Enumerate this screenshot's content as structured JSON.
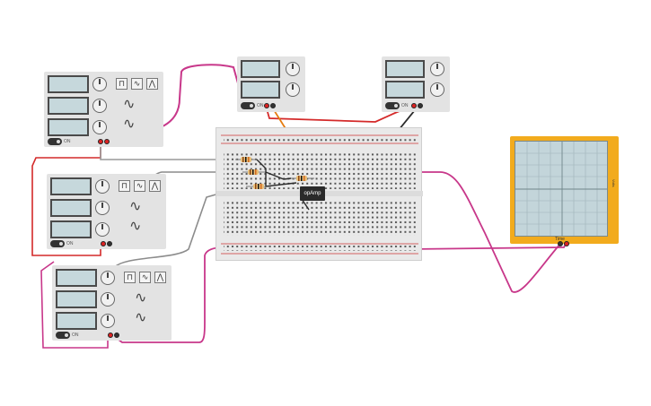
{
  "opamp": {
    "label": "opAmp"
  },
  "oscilloscope": {
    "time_label": "Time",
    "volts_label": "Volts"
  },
  "power_supply": {
    "on_label": "ON"
  },
  "colors": {
    "magenta_wire": "#c8378a",
    "red_wire": "#d42a2a",
    "grey_wire": "#8c8c8c",
    "orange_wire": "#e57c10",
    "black_wire": "#2b2b2b",
    "scope_frame": "#f2ab1d"
  }
}
